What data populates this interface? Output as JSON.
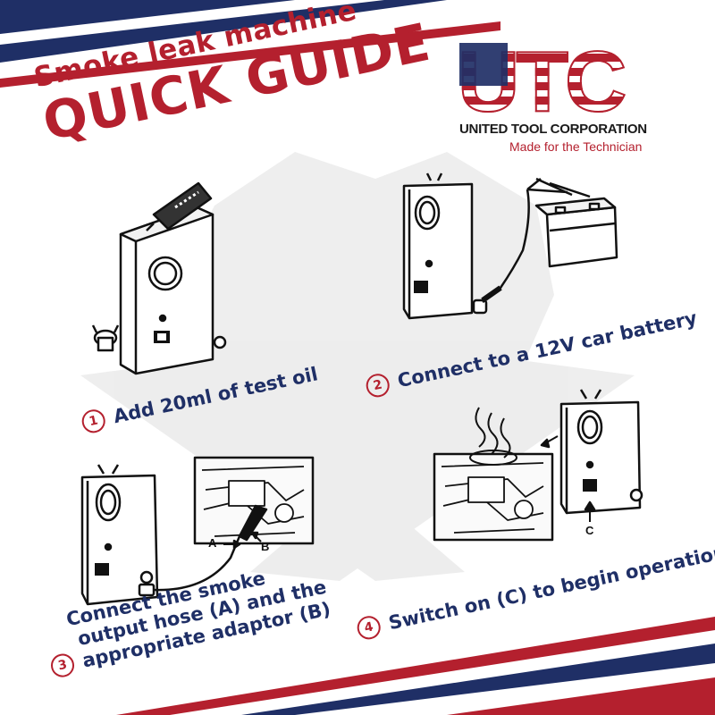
{
  "header": {
    "subtitle": "Smoke leak machine",
    "title": "QUICK GUIDE"
  },
  "logo": {
    "letters": "UTC",
    "company": "UNITED TOOL CORPORATION",
    "tagline": "Made for the Technician"
  },
  "steps": [
    {
      "num": "1",
      "text": "Add 20ml of test oil"
    },
    {
      "num": "2",
      "text": "Connect to a 12V car battery"
    },
    {
      "num": "3",
      "lines": [
        "Connect the smoke",
        "output hose (A) and the",
        "appropriate adaptor (B)"
      ]
    },
    {
      "num": "4",
      "text": "Switch on (C) to begin operation"
    }
  ],
  "labels": {
    "a": "A",
    "b": "B",
    "c": "C"
  },
  "colors": {
    "red": "#b4202e",
    "navy": "#1f2f66",
    "watermark": "#ececec"
  }
}
